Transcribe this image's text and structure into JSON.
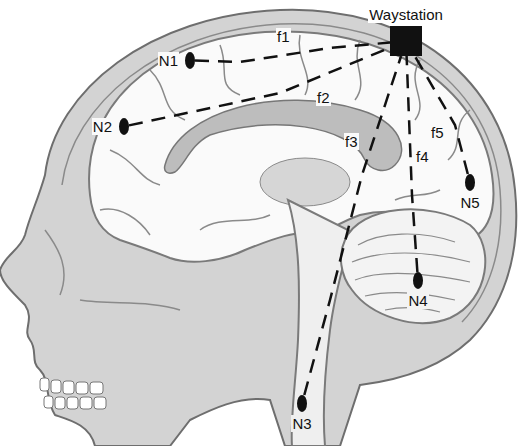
{
  "diagram": {
    "nodes": [
      {
        "text": [
          "Waystation"
        ]
      },
      {
        "text": [
          "N1"
        ]
      },
      {
        "text": [
          "N2"
        ]
      },
      {
        "text": [
          "N5"
        ]
      },
      {
        "text": [
          "N4"
        ]
      },
      {
        "text": [
          "N3"
        ]
      }
    ],
    "edges": [
      {
        "from": 1,
        "to": 0,
        "arrow": "none",
        "label": "f1"
      },
      {
        "from": 2,
        "to": 0,
        "arrow": "none",
        "label": "f2"
      },
      {
        "from": 5,
        "to": 0,
        "arrow": "none",
        "label": "f3"
      },
      {
        "from": 4,
        "to": 0,
        "arrow": "none",
        "label": "f4"
      },
      {
        "from": 3,
        "to": 0,
        "arrow": "none",
        "label": "f5"
      }
    ]
  }
}
